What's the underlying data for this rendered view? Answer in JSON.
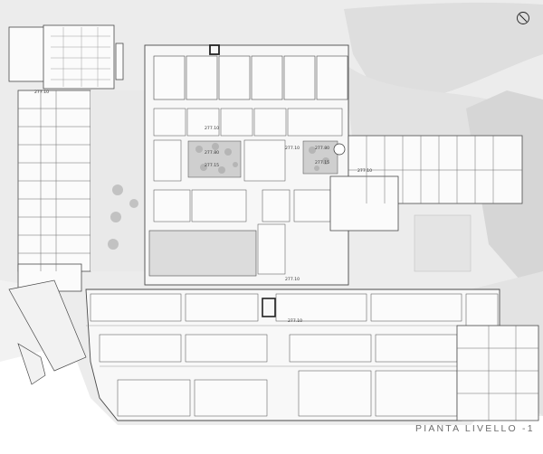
{
  "plan": {
    "title": "PIANTA LIVELLO -1",
    "compass_icon": "north-arrow-icon",
    "levels": [
      "277.10",
      "277.10",
      "277.80",
      "277.15",
      "277.10",
      "277.80",
      "277.15",
      "277.10",
      "277.10",
      "277.10"
    ],
    "colors": {
      "background": "#ffffff",
      "terrain": "#e6e6e6",
      "terrain_dark": "#d9d9d9",
      "courtyard": "#f6f6f6",
      "wall": "#4a4a4a",
      "room": "#fbfbfb",
      "garden": "#c9c9c9",
      "pool": "#dcdcdc"
    }
  }
}
